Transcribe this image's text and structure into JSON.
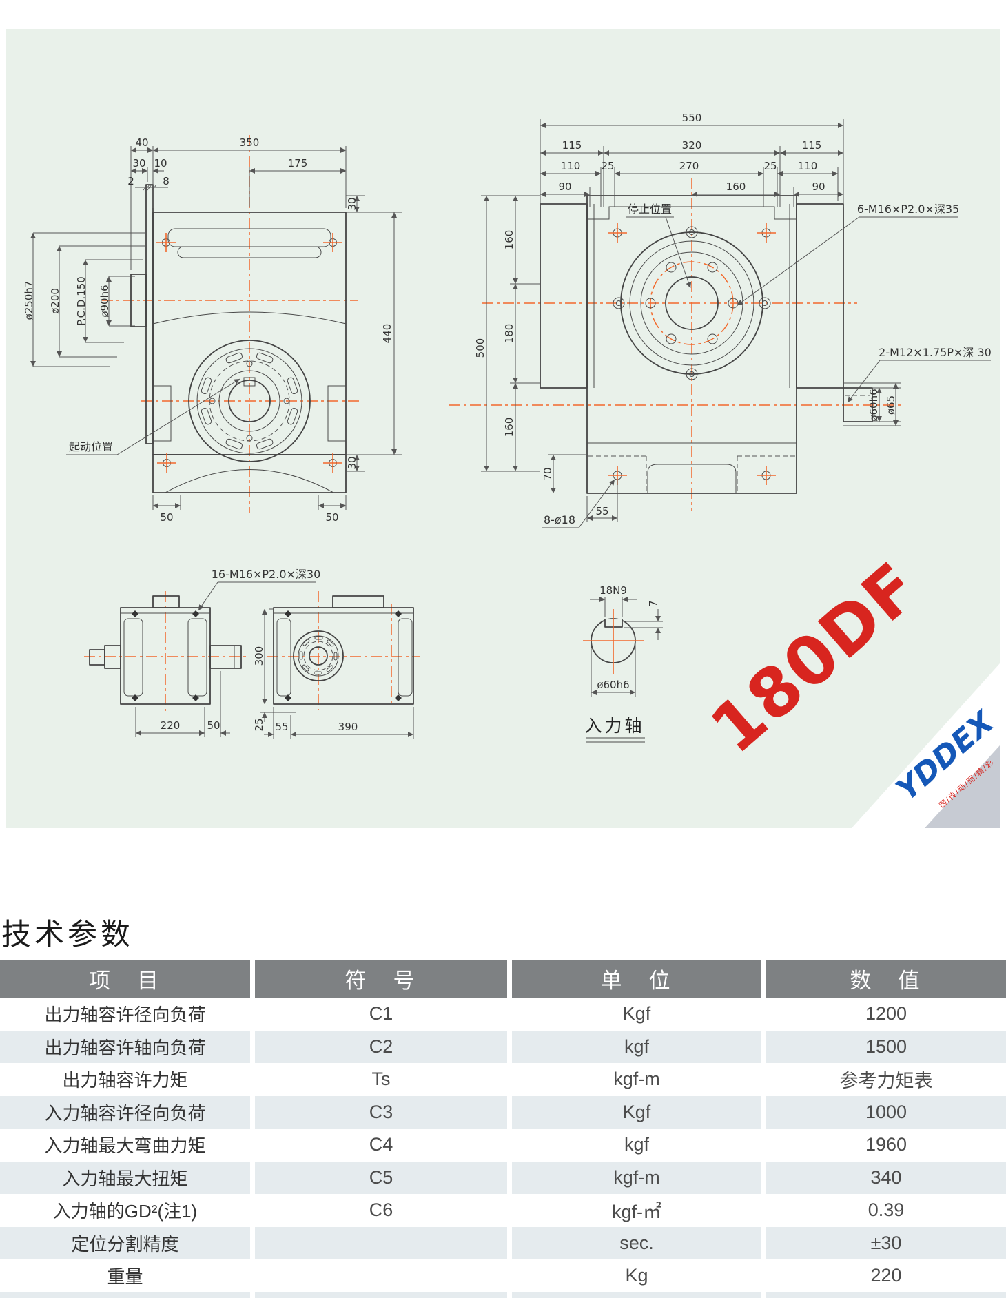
{
  "heading": "技术参数",
  "table": {
    "headers": [
      "项　目",
      "符　号",
      "单　位",
      "数　值"
    ],
    "rows": [
      {
        "item": "出力轴容许径向负荷",
        "sym": "C1",
        "unit": "Kgf",
        "val": "1200"
      },
      {
        "item": "出力轴容许轴向负荷",
        "sym": "C2",
        "unit": "kgf",
        "val": "1500"
      },
      {
        "item": "出力轴容许力矩",
        "sym": "Ts",
        "unit": "kgf-m",
        "val": "参考力矩表"
      },
      {
        "item": "入力轴容许径向负荷",
        "sym": "C3",
        "unit": "Kgf",
        "val": "1000"
      },
      {
        "item": "入力轴最大弯曲力矩",
        "sym": "C4",
        "unit": "kgf",
        "val": "1960"
      },
      {
        "item": "入力轴最大扭矩",
        "sym": "C5",
        "unit": "kgf-m",
        "val": "340"
      },
      {
        "item": "入力轴的GD²(注1)",
        "sym": "C6",
        "unit": "kgf-㎡",
        "val": "0.39"
      },
      {
        "item": "定位分割精度",
        "sym": "",
        "unit": "sec.",
        "val": "±30"
      },
      {
        "item": "重量",
        "sym": "",
        "unit": "Kg",
        "val": "220"
      }
    ]
  },
  "logo": {
    "model": "180DF",
    "brand": "YDDEX",
    "slogan": "因/传/动/而/精/彩",
    "model_color": "#d8251f",
    "brand_color": "#1558b8"
  },
  "colors": {
    "panel_bg": "#e9f1ea",
    "line": "#454545",
    "centerline": "#f2692c",
    "header_bg": "#7e8183",
    "row_alt_bg": "#e5ebee"
  },
  "front_view": {
    "d40": "40",
    "d350": "350",
    "d30": "30",
    "d10": "10",
    "d175": "175",
    "d2": "2",
    "d8": "8",
    "dia250": "ø250h7",
    "dia200": "ø200",
    "pcd": "P.C.D.150",
    "dia90": "ø90h6",
    "d30t": "30",
    "d440": "440",
    "d30b": "30",
    "d50l": "50",
    "d50r": "50",
    "start": "起动位置"
  },
  "plan_view": {
    "d550": "550",
    "d115l": "115",
    "d320": "320",
    "d115r": "115",
    "d110l": "110",
    "d25l": "25",
    "d270": "270",
    "d25r": "25",
    "d110r": "110",
    "d90l": "90",
    "d160t": "160",
    "d90r": "90",
    "stop": "停止位置",
    "m16": "6-M16×P2.0×深35",
    "m12": "2-M12×1.75P×深 30",
    "d500": "500",
    "d160a": "160",
    "d180": "180",
    "d160b": "160",
    "d70": "70",
    "holes": "8-ø18",
    "d55": "55",
    "dia60": "ø60h6",
    "dia65": "ø65"
  },
  "side_a": {
    "m16": "16-M16×P2.0×深30",
    "d220": "220",
    "d50": "50"
  },
  "side_b": {
    "d300": "300",
    "d25": "25",
    "d55": "55",
    "d390": "390"
  },
  "shaft": {
    "key": "18N9",
    "depth": "7",
    "dia": "ø60h6",
    "title": "入力轴"
  }
}
